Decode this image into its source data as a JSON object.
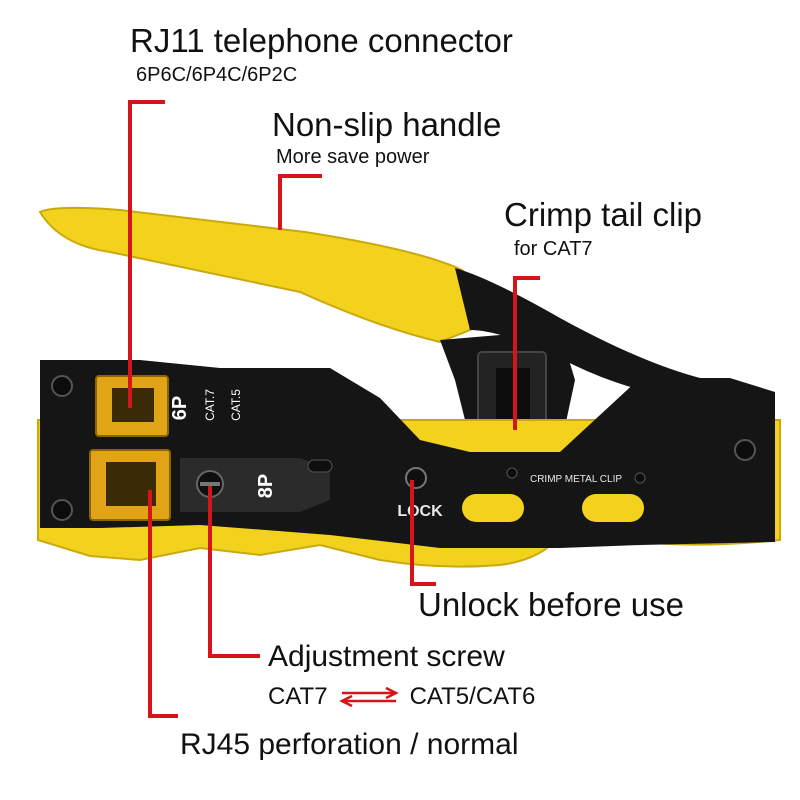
{
  "colors": {
    "accent_red": "#d6151b",
    "handle_yellow": "#f2d21c",
    "body_black": "#151515",
    "background": "#ffffff"
  },
  "labels": {
    "rj11_title": "RJ11 telephone connector",
    "rj11_sub": "6P6C/6P4C/6P2C",
    "handle_title": "Non-slip handle",
    "handle_sub": "More save power",
    "tail_title": "Crimp tail clip",
    "tail_sub": "for CAT7",
    "unlock": "Unlock before use",
    "adjust": "Adjustment screw",
    "cat7": "CAT7",
    "cat5_6": "CAT5/CAT6",
    "rj45": "RJ45 perforation / normal"
  },
  "tool_markings": {
    "port_6p": "6P",
    "cat7": "CAT.7",
    "cat5": "CAT.5",
    "port_8p": "8P",
    "lock": "LOCK",
    "crimp_metal_clip": "CRIMP METAL CLIP"
  },
  "icons": {
    "swap_arrows": "double-arrow-swap-icon"
  }
}
